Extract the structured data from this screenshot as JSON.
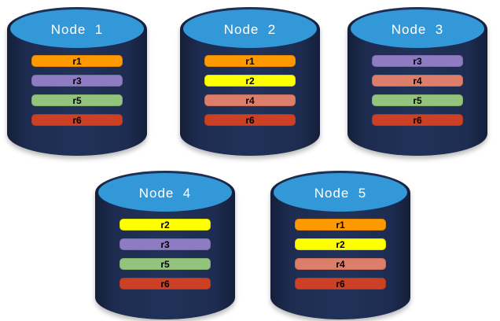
{
  "colors": {
    "cylinder_body": "#1B2A4C",
    "cylinder_top": "#3398D8",
    "node_label_text": "#FFFFFF",
    "replica_label_text": "#000000",
    "background": "#FFFFFF",
    "replica_palette": {
      "r1": "#FF9900",
      "r2": "#FFFF00",
      "r3": "#8E7CC3",
      "r4": "#DD7E6B",
      "r5": "#93C47D",
      "r6": "#CC4125"
    }
  },
  "nodes": [
    {
      "label": "Node  1",
      "replicas": [
        {
          "label": "r1",
          "color": "#FF9900"
        },
        {
          "label": "r3",
          "color": "#8E7CC3"
        },
        {
          "label": "r5",
          "color": "#93C47D"
        },
        {
          "label": "r6",
          "color": "#CC4125"
        }
      ]
    },
    {
      "label": "Node  2",
      "replicas": [
        {
          "label": "r1",
          "color": "#FF9900"
        },
        {
          "label": "r2",
          "color": "#FFFF00"
        },
        {
          "label": "r4",
          "color": "#DD7E6B"
        },
        {
          "label": "r6",
          "color": "#CC4125"
        }
      ]
    },
    {
      "label": "Node  3",
      "replicas": [
        {
          "label": "r3",
          "color": "#8E7CC3"
        },
        {
          "label": "r4",
          "color": "#DD7E6B"
        },
        {
          "label": "r5",
          "color": "#93C47D"
        },
        {
          "label": "r6",
          "color": "#CC4125"
        }
      ]
    },
    {
      "label": "Node  4",
      "replicas": [
        {
          "label": "r2",
          "color": "#FFFF00"
        },
        {
          "label": "r3",
          "color": "#8E7CC3"
        },
        {
          "label": "r5",
          "color": "#93C47D"
        },
        {
          "label": "r6",
          "color": "#CC4125"
        }
      ]
    },
    {
      "label": "Node  5",
      "replicas": [
        {
          "label": "r1",
          "color": "#FF9900"
        },
        {
          "label": "r2",
          "color": "#FFFF00"
        },
        {
          "label": "r4",
          "color": "#DD7E6B"
        },
        {
          "label": "r6",
          "color": "#CC4125"
        }
      ]
    }
  ]
}
